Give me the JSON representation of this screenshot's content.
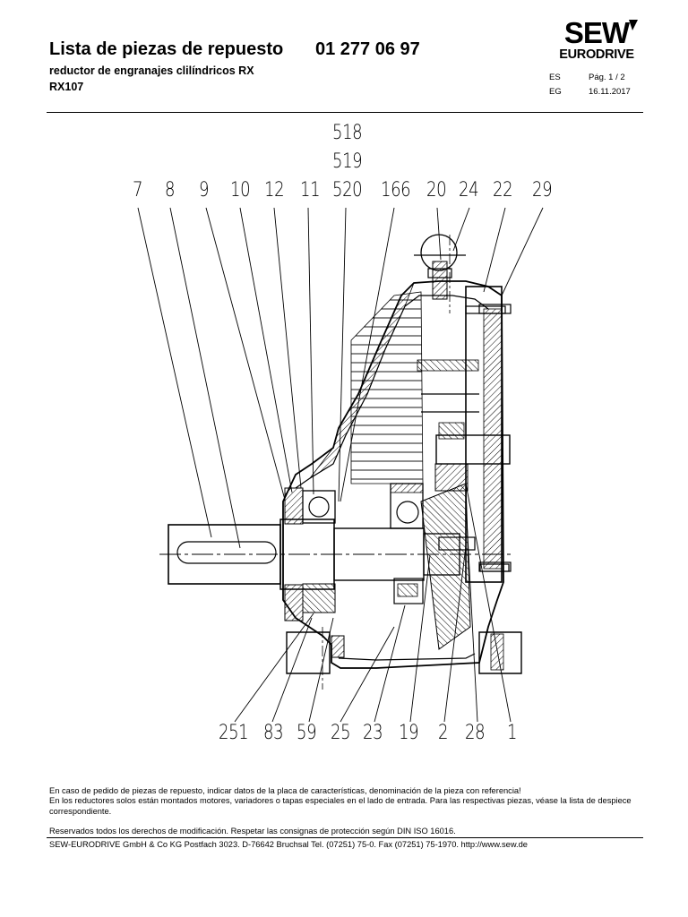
{
  "header": {
    "title": "Lista de piezas de repuesto",
    "doc_number": "01 277 06 97",
    "subtitle": "reductor de engranajes clilíndricos RX",
    "model": "RX107",
    "logo_text": "SEW EURODRIVE",
    "lang_code": "ES",
    "edition_code": "EG",
    "page_label": "Pág.  1 / 2",
    "date": "16.11.2017"
  },
  "drawing": {
    "top_labels": [
      "7",
      "8",
      "9",
      "10",
      "12",
      "11",
      "520",
      "166",
      "20",
      "24",
      "22",
      "29"
    ],
    "stack_labels": [
      "518",
      "519"
    ],
    "bottom_labels": [
      "251",
      "83",
      "59",
      "25",
      "23",
      "19",
      "2",
      "28",
      "1"
    ]
  },
  "footer": {
    "line1": "En caso de pedido de piezas de repuesto, indicar datos de la placa de características, denominación de la pieza con referencia!",
    "line2": "En los reductores solos están montados motores, variadores o tapas especiales en el lado de entrada. Para las respectivas piezas, véase la lista de despiece correspondiente.",
    "rights": "Reservados todos los derechos de modificación. Respetar las consignas de protección según DIN ISO 16016.",
    "address": "SEW-EURODRIVE GmbH & Co KG Postfach 3023. D-76642 Bruchsal Tel. (07251) 75-0. Fax (07251) 75-1970. http://www.sew.de"
  }
}
